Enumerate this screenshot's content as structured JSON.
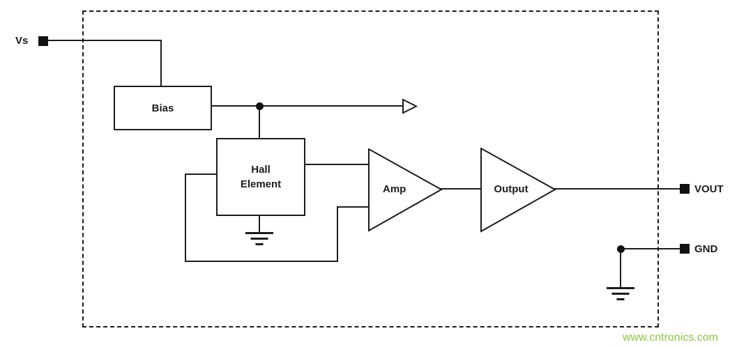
{
  "diagram": {
    "title": "hall-effect-sensor-block-diagram",
    "pins": {
      "vs": "Vs",
      "vout": "VOUT",
      "gnd": "GND"
    },
    "blocks": {
      "bias": "Bias",
      "hall_line1": "Hall",
      "hall_line2": "Element",
      "amp": "Amp",
      "output": "Output"
    },
    "watermark": "www.cntronics.com",
    "colors": {
      "line": "#1c1c1c",
      "watermark": "#8CC63F",
      "background": "#ffffff"
    }
  }
}
